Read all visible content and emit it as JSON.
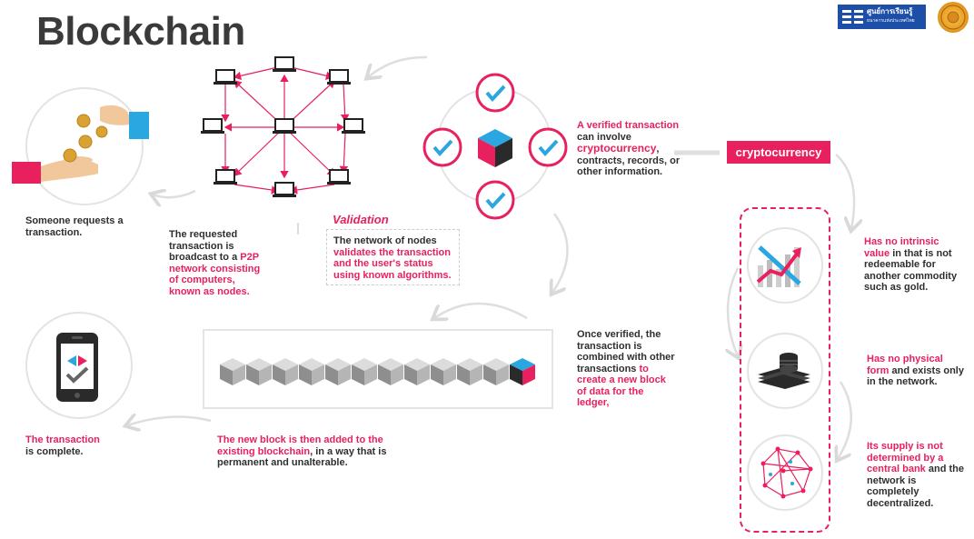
{
  "header": {
    "title": "Blockchain",
    "logo_text": "ศูนย์การเรียนรู้",
    "logo_subtext": "ธนาคารแห่งประเทศไทย"
  },
  "steps": {
    "request": "Someone requests a transaction.",
    "broadcast_plain": "The requested transaction is broadcast to a ",
    "broadcast_highlight": "P2P network consisting of computers, known as nodes.",
    "validation_title": "Validation",
    "validation_plain1": "The network of nodes ",
    "validation_highlight": "validates the transaction and the user's status using known algorithms.",
    "verified_highlight": "A verified transaction",
    "verified_plain1": "can involve",
    "verified_highlight2": "cryptocurrency",
    "verified_plain2": ", contracts, records, or other information.",
    "combined_plain": "Once verified, the transaction is combined with other transactions ",
    "combined_highlight": "to create a new block of data for the ledger,",
    "added_highlight": "The new block is then added to the existing blockchain",
    "added_plain": ", in a way that is permanent and unalterable.",
    "complete_highlight": "The transaction",
    "complete_plain": "is complete."
  },
  "cryptocurrency": {
    "label": "cryptocurrency",
    "prop1_highlight": "Has no intrinsic value",
    "prop1_plain": " in that is not redeemable for another commodity such as gold.",
    "prop2_highlight": "Has no physical form",
    "prop2_plain": " and exists only in the network.",
    "prop3_highlight": "Its supply is not determined by a central bank",
    "prop3_plain": " and the network is completely decentralized."
  },
  "colors": {
    "accent": "#e8205e",
    "blue": "#2aa6e0",
    "dark": "#2a2a2a",
    "grey": "#e3e3e3"
  }
}
